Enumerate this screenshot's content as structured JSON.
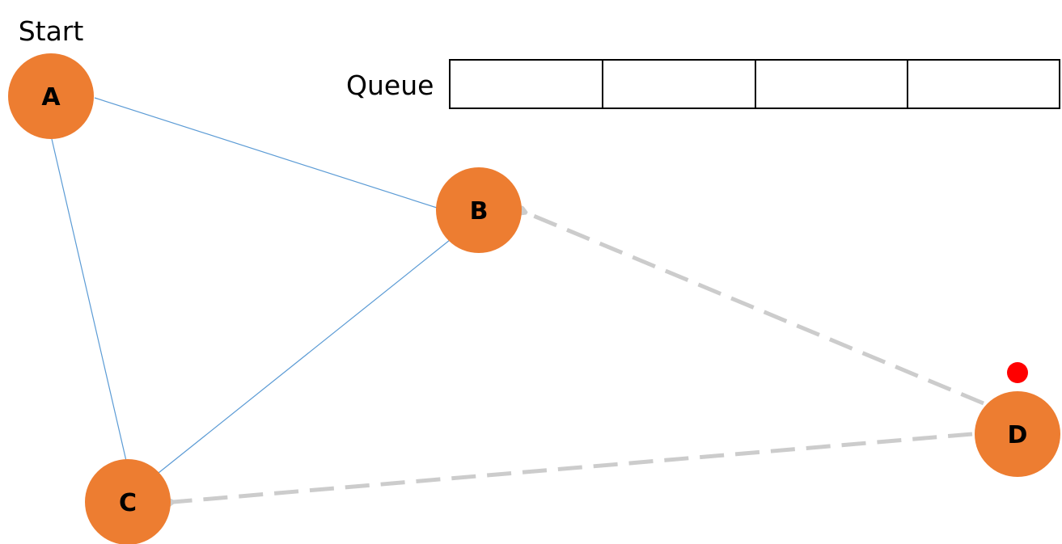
{
  "labels": {
    "start": "Start",
    "queue": "Queue"
  },
  "queue": {
    "slots": [
      "",
      "",
      "",
      ""
    ]
  },
  "nodes": [
    {
      "id": "a",
      "label": "A"
    },
    {
      "id": "b",
      "label": "B"
    },
    {
      "id": "c",
      "label": "C"
    },
    {
      "id": "d",
      "label": "D"
    }
  ],
  "edges": [
    {
      "from": "A",
      "to": "B",
      "style": "solid"
    },
    {
      "from": "A",
      "to": "C",
      "style": "solid"
    },
    {
      "from": "B",
      "to": "C",
      "style": "solid"
    },
    {
      "from": "D",
      "to": "B",
      "style": "dashed-arrow"
    },
    {
      "from": "D",
      "to": "C",
      "style": "dashed-arrow"
    }
  ],
  "colors": {
    "node_fill": "#ED7D31",
    "solid_edge": "#5B9BD5",
    "dashed_edge": "#CCCCCC",
    "marker": "#FF0000",
    "queue_border": "#000000"
  }
}
